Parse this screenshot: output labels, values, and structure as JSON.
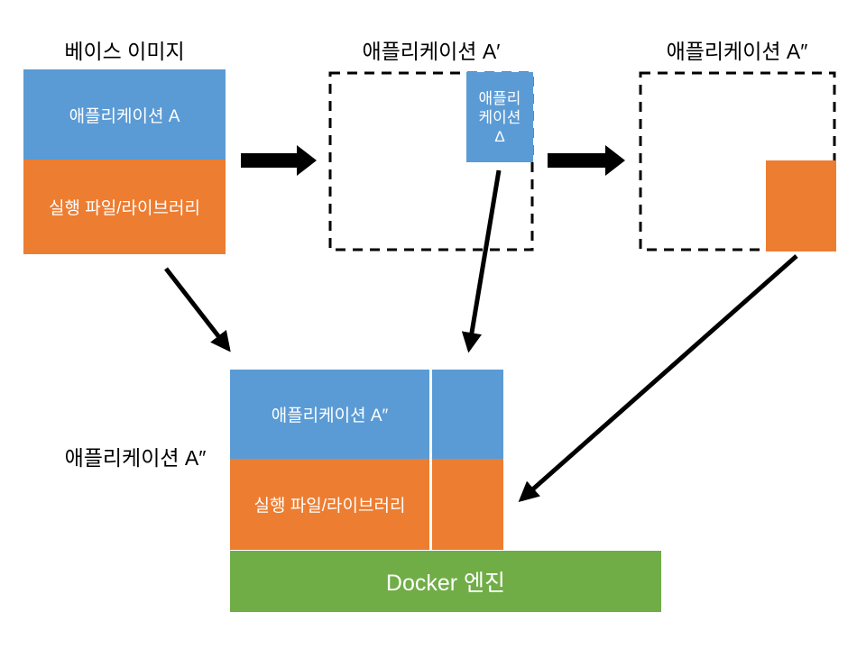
{
  "canvas": {
    "background": "#ffffff"
  },
  "colors": {
    "app_layer": "#5b9bd5",
    "lib_layer": "#ed7d31",
    "engine": "#70ad47",
    "arrows_and_borders": "#000000",
    "title_text": "#000000",
    "layer_text": "#ffffff"
  },
  "base_image": {
    "title": "베이스 이미지",
    "app_layer_label": "애플리케이션 A",
    "lib_layer_label": "실행 파일/라이브러리"
  },
  "app_a_prime": {
    "title": "애플리케이션 A′",
    "delta_box": {
      "line1": "애플리",
      "line2": "케이션",
      "line3": "Δ"
    }
  },
  "app_a_double_prime": {
    "title": "애플리케이션 A″"
  },
  "result_stack": {
    "label": "애플리케이션 A″",
    "app_layer_label": "애플리케이션 A″",
    "lib_layer_label": "실행 파일/라이브러리",
    "engine_label": "Docker 엔진"
  }
}
